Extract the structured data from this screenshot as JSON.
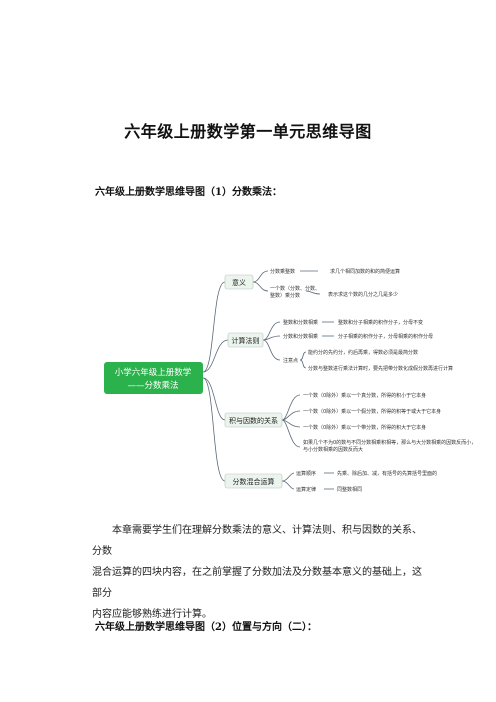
{
  "doc": {
    "title": "六年级上册数学第一单元思维导图",
    "section1": "六年级上册数学思维导图（1）分数乘法：",
    "para_line1": "本章需要学生们在理解分数乘法的意义、计算法则、积与因数的关系、分数",
    "para_line2": "混合运算的四块内容，在之前掌握了分数加法及分数基本意义的基础上，这部分",
    "para_line3": "内容应能够熟练进行计算。",
    "section2": "六年级上册数学思维导图（2）位置与方向（二）："
  },
  "mindmap": {
    "root_line1": "小学六年级上册数学",
    "root_line2": "——分数乘法",
    "branches": {
      "meaning": "意义",
      "rules": "计算法则",
      "relation": "积与因数的关系",
      "mixed": "分数混合运算"
    },
    "meaning_items": {
      "a": "分数乘整数",
      "a_desc": "求几个相同加数的和的简便运算",
      "b1": "一个数（分数、分数、",
      "b2": "整数）乘分数",
      "b_desc": "表示求这个数的几分之几是多少"
    },
    "rules_items": {
      "a": "整数和分数相乘",
      "a_desc": "整数和分子相乘的积作分子，分母不变",
      "b": "分数和分数相乘",
      "b_desc": "分子相乘的积作分子，分母相乘的积作分母",
      "c": "注意点",
      "c_desc1": "能约分的先约分，约后再乘，得数必须是最简分数",
      "c_desc2": "分数与整数进行乘法计算时，要先把带分数化成假分数再进行计算"
    },
    "relation_items": {
      "a": "一个数（0除外）乘以一个真分数，所得的积小于它本身",
      "b": "一个数（0除外）乘以一个假分数，所得的积等于或大于它本身",
      "c": "一个数（0除外）乘以一个带分数，所得的积大于它本身",
      "d1": "如果几个不为0的数与不同分数相乘积相等，那么与大分数相乘的因数反而小，",
      "d2": "与小分数相乘的因数反而大"
    },
    "mixed_items": {
      "a": "运算顺序",
      "a_desc": "先乘、除后加、减，有括号的先算括号里面的",
      "b": "运算定律",
      "b_desc": "同整数相同"
    }
  },
  "colors": {
    "root_fill": "#2bb24c",
    "branch_fill": "#ecf4ee",
    "line": "#5a6a7a"
  }
}
